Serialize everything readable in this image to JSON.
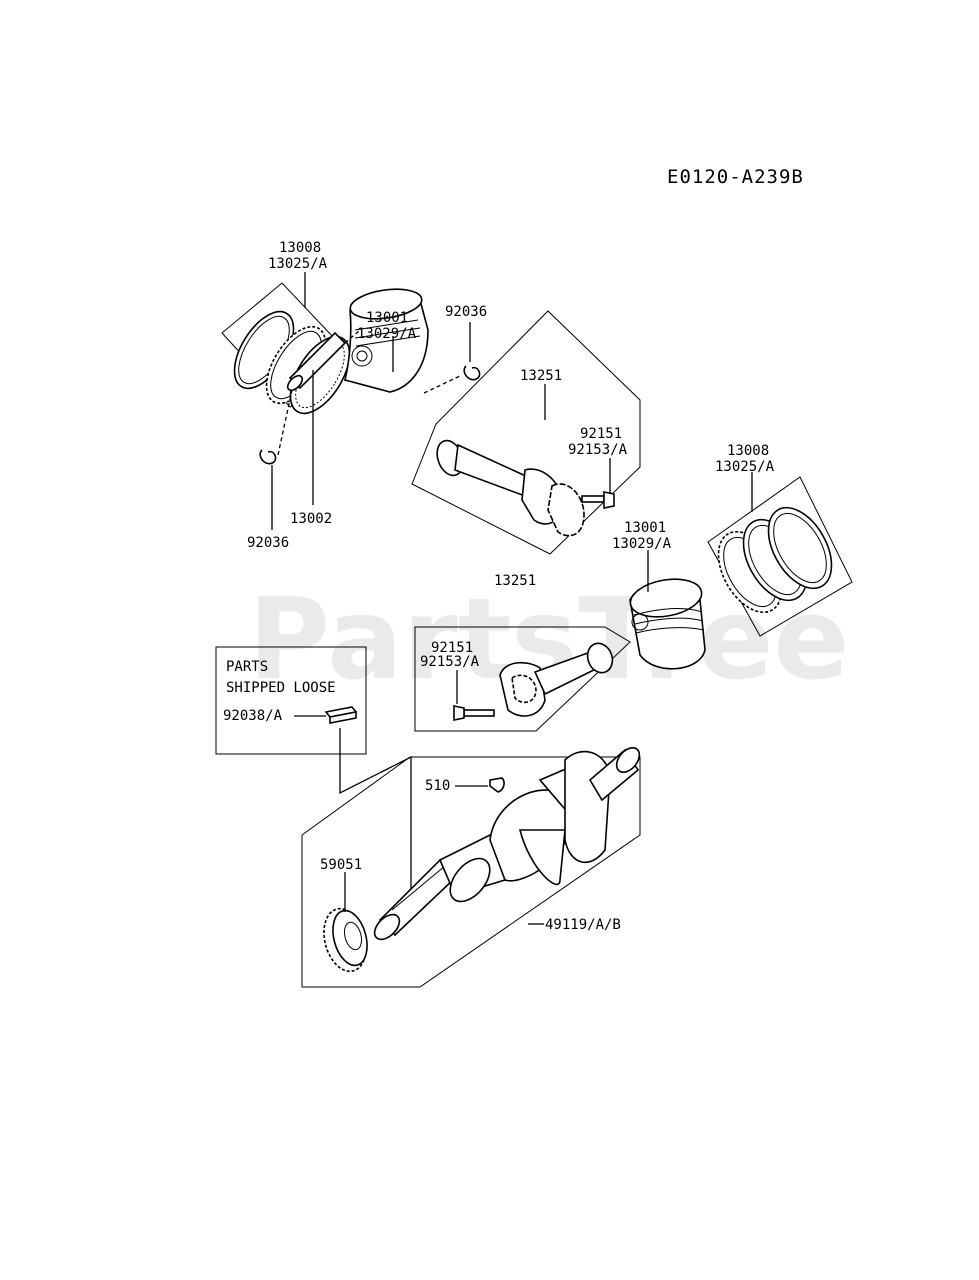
{
  "diagram": {
    "code": "E0120-A239B",
    "watermark": "PartsTree",
    "labels": {
      "rings_top_1": "13008",
      "rings_top_2": "13025/A",
      "piston_top_1": "13001",
      "piston_top_2": "13029/A",
      "clip_top": "92036",
      "clip_bottom": "92036",
      "piston_pin": "13002",
      "rod_top": "13251",
      "bolt_top_1": "92151",
      "bolt_top_2": "92153/A",
      "rings_right_1": "13008",
      "rings_right_2": "13025/A",
      "piston_right_1": "13001",
      "piston_right_2": "13029/A",
      "rod_bottom": "13251",
      "bolt_bottom_1": "92151",
      "bolt_bottom_2": "92153/A",
      "loose_1": "PARTS",
      "loose_2": "SHIPPED LOOSE",
      "key_loose": "92038/A",
      "key_510": "510",
      "gear": "59051",
      "crankshaft": "49119/A/B"
    }
  }
}
